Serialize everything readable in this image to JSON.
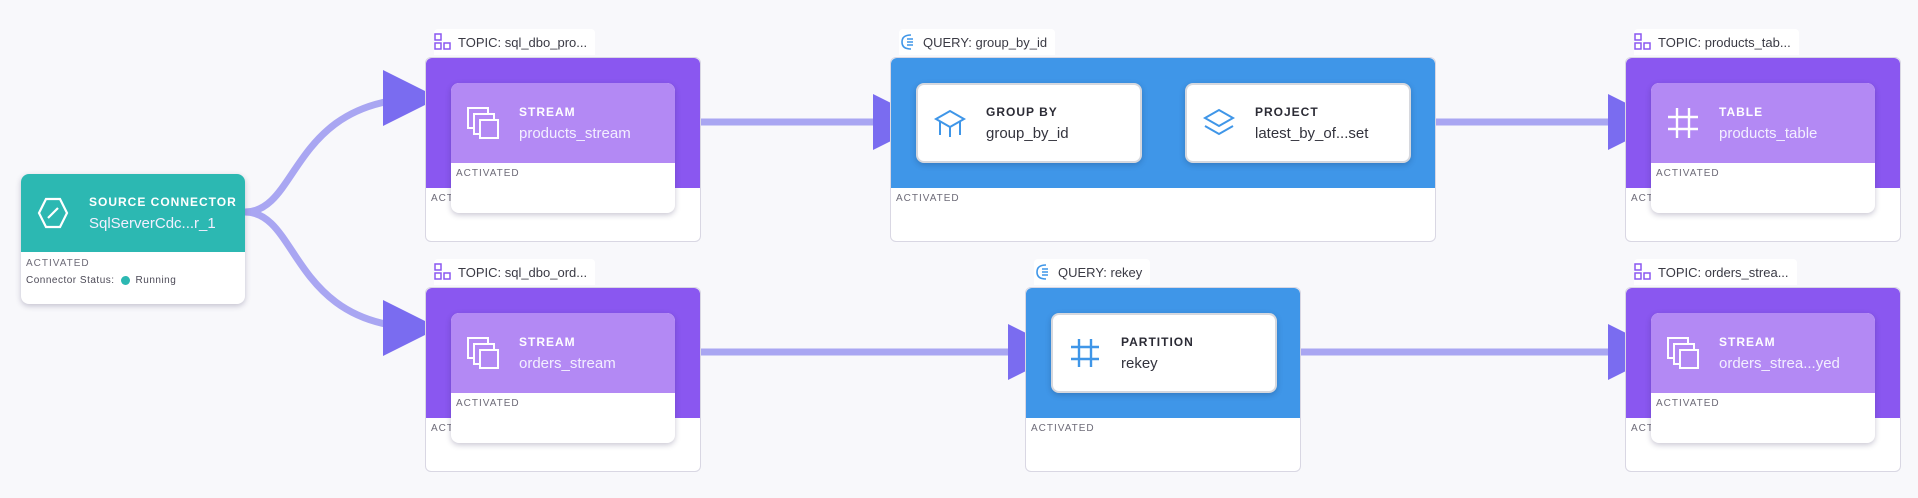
{
  "colors": {
    "topic_band": "#8a57f0",
    "query_band": "#3f96e8",
    "stream_node": "#b389f4",
    "connector": "#2cb8b2",
    "link": "#a9a6f2"
  },
  "connector": {
    "kind": "SOURCE CONNECTOR",
    "name": "SqlServerCdc...r_1",
    "state": "ACTIVATED",
    "status_label": "Connector Status:",
    "status_value": "Running",
    "icon": "connector-icon"
  },
  "topics": [
    {
      "header": "TOPIC: sql_dbo_pro...",
      "status": "ACTI",
      "node_kind": "STREAM",
      "node_name": "products_stream",
      "node_state": "ACTIVATED",
      "icon": "stream-icon"
    },
    {
      "header": "TOPIC: sql_dbo_ord...",
      "status": "ACTI",
      "node_kind": "STREAM",
      "node_name": "orders_stream",
      "node_state": "ACTIVATED",
      "icon": "stream-icon"
    },
    {
      "header": "TOPIC: products_tab...",
      "status": "ACTI",
      "node_kind": "TABLE",
      "node_name": "products_table",
      "node_state": "ACTIVATED",
      "icon": "table-icon"
    },
    {
      "header": "TOPIC: orders_strea...",
      "status": "ACTI",
      "node_kind": "STREAM",
      "node_name": "orders_strea...yed",
      "node_state": "ACTIVATED",
      "icon": "stream-icon"
    }
  ],
  "queries": [
    {
      "header": "QUERY: group_by_id",
      "status": "ACTIVATED",
      "steps": [
        {
          "kind": "GROUP BY",
          "name": "group_by_id",
          "icon": "group-by-icon"
        },
        {
          "kind": "PROJECT",
          "name": "latest_by_of...set",
          "icon": "project-icon"
        }
      ]
    },
    {
      "header": "QUERY: rekey",
      "status": "ACTIVATED",
      "steps": [
        {
          "kind": "PARTITION",
          "name": "rekey",
          "icon": "partition-icon"
        }
      ]
    }
  ]
}
